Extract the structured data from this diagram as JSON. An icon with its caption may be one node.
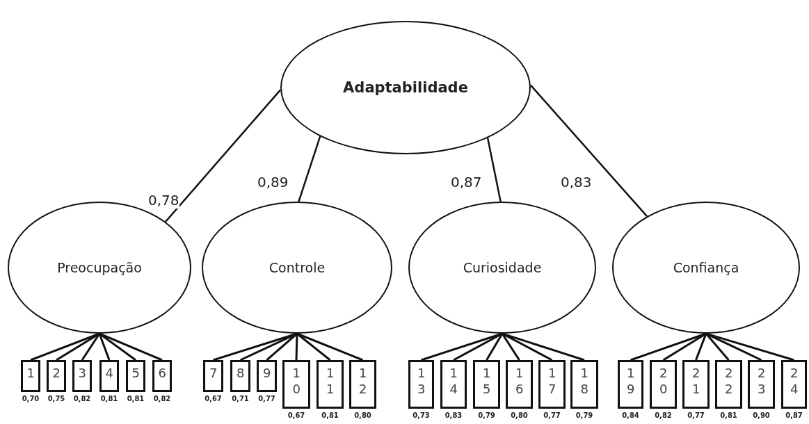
{
  "diagram": {
    "nodes": [
      {
        "text": [
          "Adaptabilidade"
        ]
      },
      {
        "text": [
          "Preocupação"
        ]
      },
      {
        "text": [
          "Controle"
        ]
      },
      {
        "text": [
          "Curiosidade"
        ]
      },
      {
        "text": [
          "Confiança"
        ]
      },
      {
        "text": [
          "1"
        ],
        "beside": [
          "0,70"
        ]
      },
      {
        "text": [
          "2"
        ],
        "beside": [
          "0,75"
        ]
      },
      {
        "text": [
          "3"
        ],
        "beside": [
          "0,82"
        ]
      },
      {
        "text": [
          "4"
        ],
        "beside": [
          "0,81"
        ]
      },
      {
        "text": [
          "5"
        ],
        "beside": [
          "0,81"
        ]
      },
      {
        "text": [
          "6"
        ],
        "beside": [
          "0,82"
        ]
      },
      {
        "text": [
          "7"
        ],
        "beside": [
          "0,67"
        ]
      },
      {
        "text": [
          "8"
        ],
        "beside": [
          "0,71"
        ]
      },
      {
        "text": [
          "9"
        ],
        "beside": [
          "0,77"
        ]
      },
      {
        "text": [
          "10"
        ],
        "beside": [
          "0,67"
        ]
      },
      {
        "text": [
          "11"
        ],
        "beside": [
          "0,81"
        ]
      },
      {
        "text": [
          "12"
        ],
        "beside": [
          "0,80"
        ]
      },
      {
        "text": [
          "13"
        ],
        "beside": [
          "0,73"
        ]
      },
      {
        "text": [
          "14"
        ],
        "beside": [
          "0,83"
        ]
      },
      {
        "text": [
          "15"
        ],
        "beside": [
          "0,79"
        ]
      },
      {
        "text": [
          "16"
        ],
        "beside": [
          "0,80"
        ]
      },
      {
        "text": [
          "17"
        ],
        "beside": [
          "0,77"
        ]
      },
      {
        "text": [
          "18"
        ],
        "beside": [
          "0,79"
        ]
      },
      {
        "text": [
          "19"
        ],
        "beside": [
          "0,84"
        ]
      },
      {
        "text": [
          "20"
        ],
        "beside": [
          "0,82"
        ]
      },
      {
        "text": [
          "21"
        ],
        "beside": [
          "0,77"
        ]
      },
      {
        "text": [
          "22"
        ],
        "beside": [
          "0,81"
        ]
      },
      {
        "text": [
          "23"
        ],
        "beside": [
          "0,90"
        ]
      },
      {
        "text": [
          "24"
        ],
        "beside": [
          "0,87"
        ]
      }
    ],
    "edges": [
      {
        "from": 0,
        "to": 1,
        "arrow": "none",
        "label": "0,78"
      },
      {
        "from": 0,
        "to": 2,
        "arrow": "none",
        "label": "0,89"
      },
      {
        "from": 0,
        "to": 3,
        "arrow": "none",
        "label": "0,87"
      },
      {
        "from": 0,
        "to": 4,
        "arrow": "none",
        "label": "0,83"
      },
      {
        "from": 1,
        "to": 5,
        "arrow": "none"
      },
      {
        "from": 1,
        "to": 6,
        "arrow": "none"
      },
      {
        "from": 1,
        "to": 7,
        "arrow": "none"
      },
      {
        "from": 1,
        "to": 8,
        "arrow": "none"
      },
      {
        "from": 1,
        "to": 9,
        "arrow": "none"
      },
      {
        "from": 1,
        "to": 10,
        "arrow": "none"
      },
      {
        "from": 2,
        "to": 11,
        "arrow": "none"
      },
      {
        "from": 2,
        "to": 12,
        "arrow": "none"
      },
      {
        "from": 2,
        "to": 13,
        "arrow": "none"
      },
      {
        "from": 2,
        "to": 14,
        "arrow": "none"
      },
      {
        "from": 2,
        "to": 15,
        "arrow": "none"
      },
      {
        "from": 2,
        "to": 16,
        "arrow": "none"
      },
      {
        "from": 3,
        "to": 17,
        "arrow": "none"
      },
      {
        "from": 3,
        "to": 18,
        "arrow": "none"
      },
      {
        "from": 3,
        "to": 19,
        "arrow": "none"
      },
      {
        "from": 3,
        "to": 20,
        "arrow": "none"
      },
      {
        "from": 3,
        "to": 21,
        "arrow": "none"
      },
      {
        "from": 3,
        "to": 22,
        "arrow": "none"
      },
      {
        "from": 4,
        "to": 23,
        "arrow": "none"
      },
      {
        "from": 4,
        "to": 24,
        "arrow": "none"
      },
      {
        "from": 4,
        "to": 25,
        "arrow": "none"
      },
      {
        "from": 4,
        "to": 26,
        "arrow": "none"
      },
      {
        "from": 4,
        "to": 27,
        "arrow": "none"
      },
      {
        "from": 4,
        "to": 28,
        "arrow": "none"
      }
    ]
  }
}
